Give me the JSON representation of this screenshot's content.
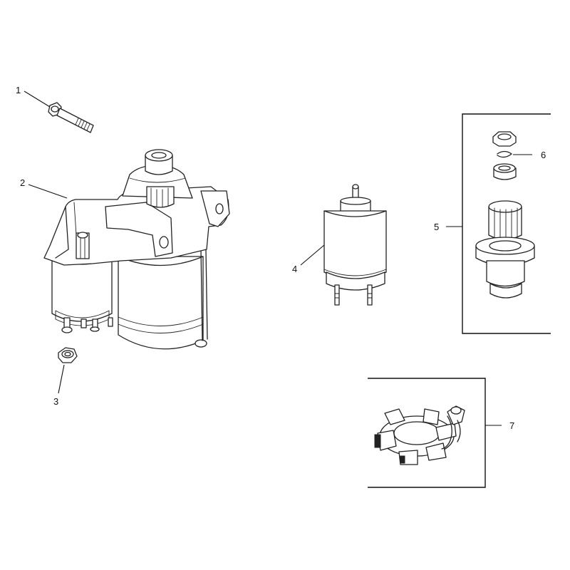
{
  "diagram": {
    "callouts": [
      {
        "id": "1",
        "label": "1",
        "part": "bolt"
      },
      {
        "id": "2",
        "label": "2",
        "part": "starter-motor"
      },
      {
        "id": "3",
        "label": "3",
        "part": "nut"
      },
      {
        "id": "4",
        "label": "4",
        "part": "solenoid"
      },
      {
        "id": "5",
        "label": "5",
        "part": "drive-kit"
      },
      {
        "id": "6",
        "label": "6",
        "part": "retaining-ring"
      },
      {
        "id": "7",
        "label": "7",
        "part": "brush-holder"
      }
    ]
  },
  "colors": {
    "line": "#222222",
    "background": "#ffffff"
  }
}
